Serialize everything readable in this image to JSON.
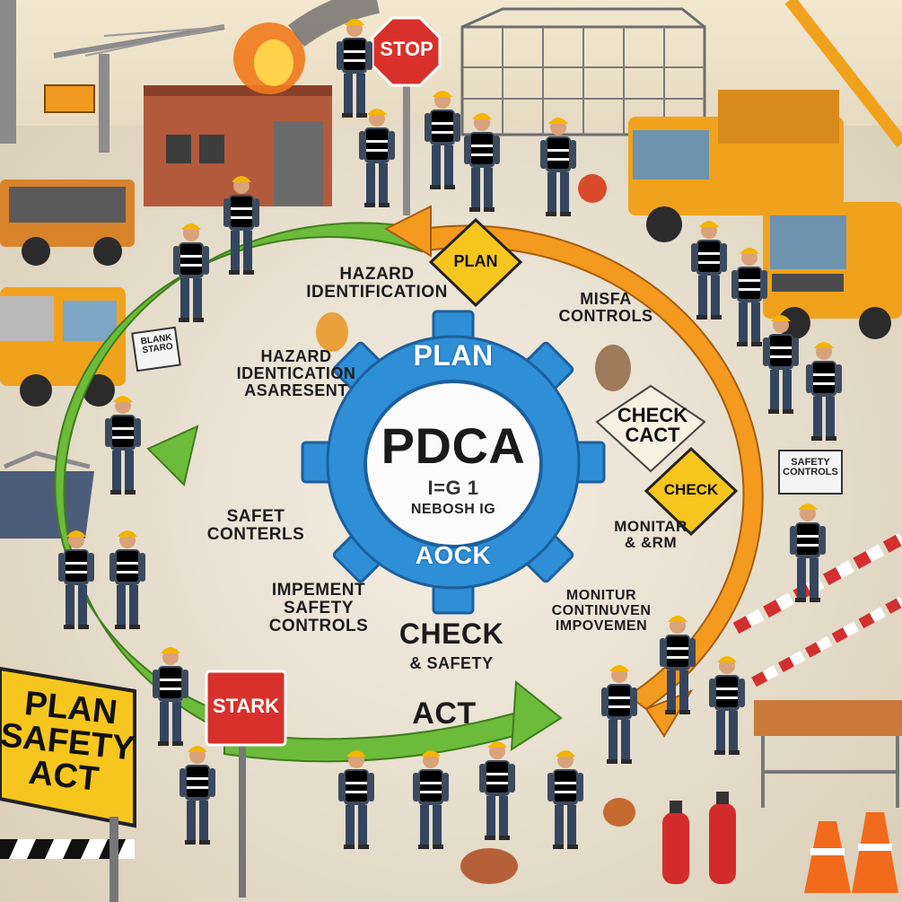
{
  "colors": {
    "gear": "#2f8fd6",
    "gear_dark": "#1d5f9e",
    "arrow_green": "#6dbb3a",
    "arrow_orange": "#f39a1f",
    "sign_yellow": "#f6c51e",
    "stop_red": "#d8312c",
    "vest_orange": "#f2801f",
    "vest_yellow": "#d7df3a",
    "truck_orange": "#f0a21c"
  },
  "signs": {
    "stop": "STOP",
    "stark": "STARK",
    "plan_safety_act": "PLAN\nSAFETY\nACT",
    "plan_diamond": "PLAN",
    "check_diamond": "CHECK",
    "check_cact": "CHECK\nCACT",
    "safety_board": "SAFETY\nCONTROLS",
    "blank_board": "BLANK\nSTARO"
  },
  "gear": {
    "top": "PLAN",
    "center": "PDCA",
    "sub_code": "I=G 1",
    "sub_label": "NEBOSH IG",
    "bottom": "AOCK"
  },
  "cycle_labels": {
    "hazard_top": "HAZARD\nIDENTIFICATION",
    "hazard_left": "HAZARD\nIDENTICATION\nASARESENT",
    "misfa": "MISFA\nCONTROLS",
    "safet": "SAFET\nCONTERLS",
    "implement": "IMPEMENT\nSAFETY\nCONTROLS",
    "check_bottom": "CHECK",
    "safety_bottom": "& SAFETY",
    "monitar": "MONITAR\n& &RM",
    "monitur": "MONITUR\nCONTINUVEN\nIMPOVEMEN",
    "act": "ACT"
  }
}
